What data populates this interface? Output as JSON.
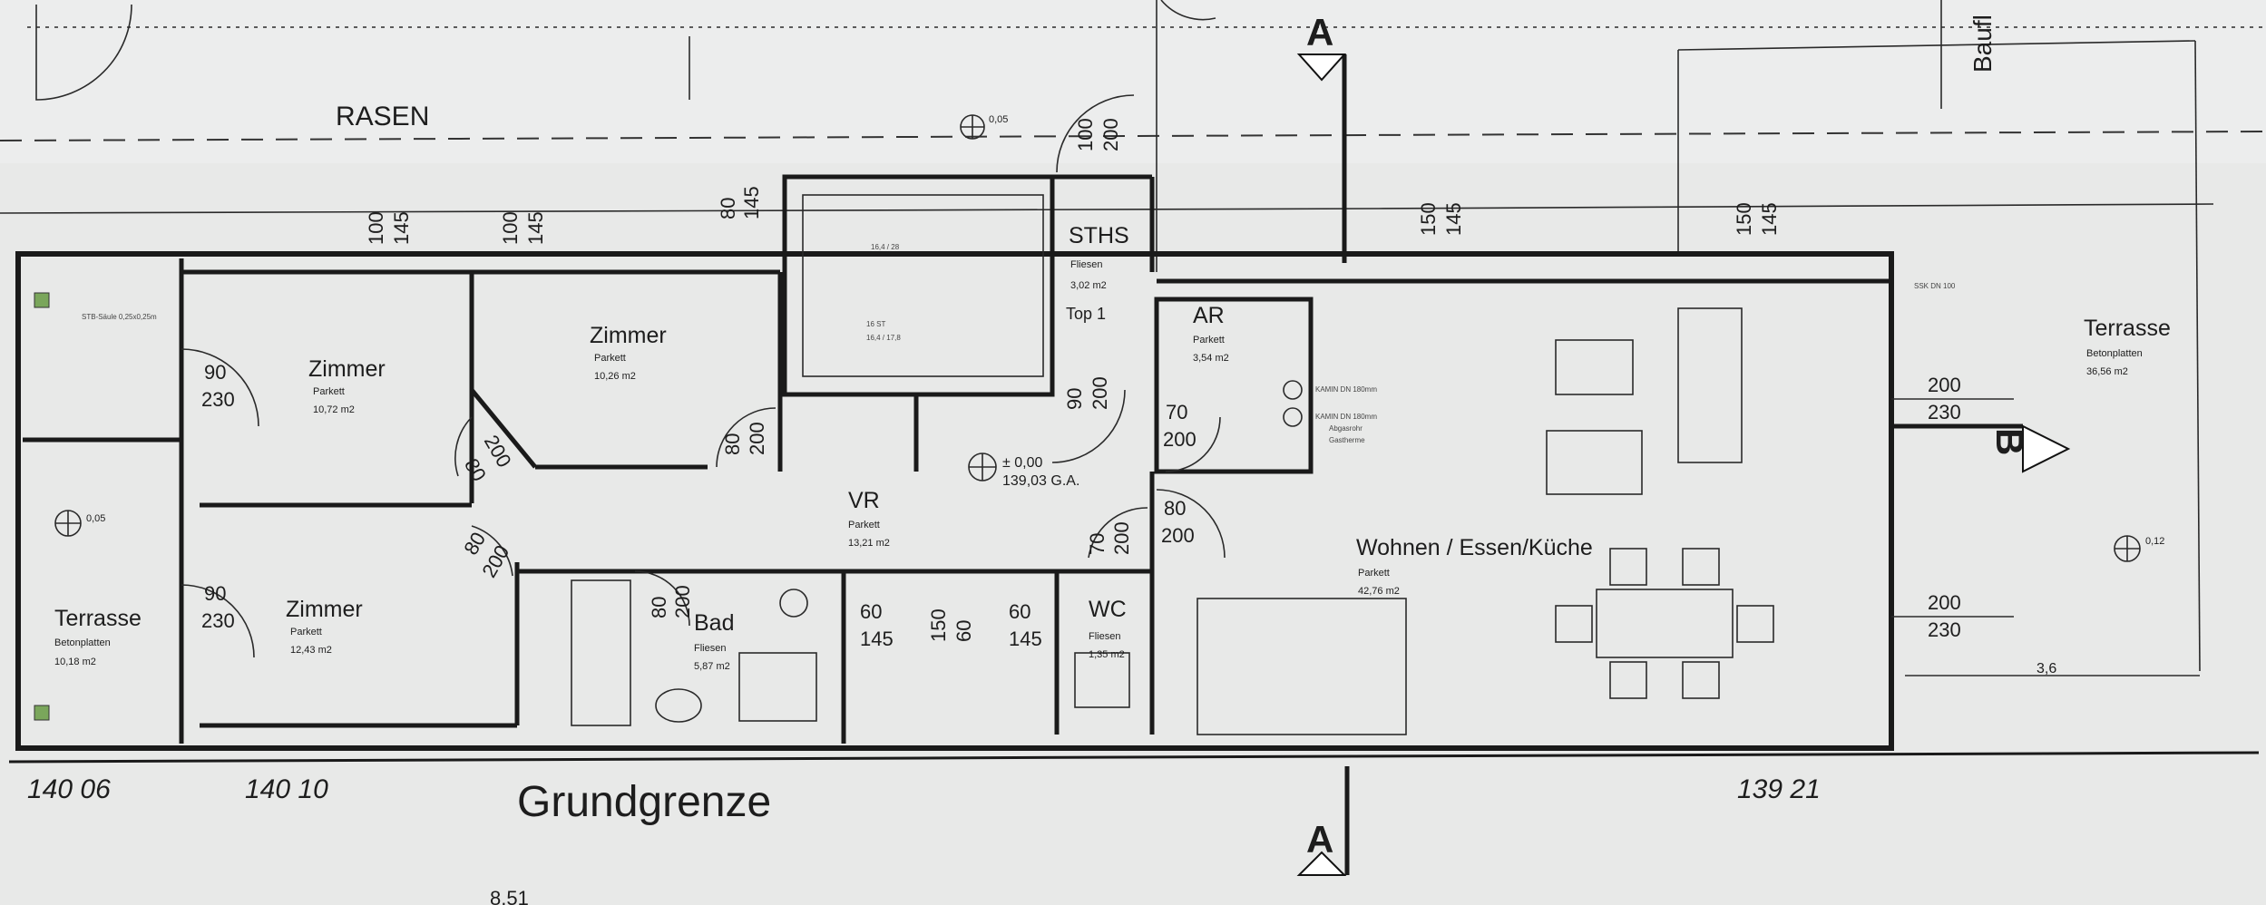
{
  "site_labels": {
    "lawn": "RASEN",
    "boundary": "Grundgrenze",
    "building_line": "Baufl",
    "section_a": "A",
    "section_b": "B"
  },
  "rooms": [
    {
      "id": "zimmer1",
      "name": "Zimmer",
      "floor": "Parkett",
      "area": "10,72 m2"
    },
    {
      "id": "zimmer2",
      "name": "Zimmer",
      "floor": "Parkett",
      "area": "10,26 m2"
    },
    {
      "id": "zimmer3",
      "name": "Zimmer",
      "floor": "Parkett",
      "area": "12,43 m2"
    },
    {
      "id": "vr",
      "name": "VR",
      "floor": "Parkett",
      "area": "13,21 m2"
    },
    {
      "id": "bad",
      "name": "Bad",
      "floor": "Fliesen",
      "area": "5,87 m2"
    },
    {
      "id": "wc",
      "name": "WC",
      "floor": "Fliesen",
      "area": "1,35 m2"
    },
    {
      "id": "sths",
      "name": "STHS",
      "floor": "Fliesen",
      "area": "3,02 m2"
    },
    {
      "id": "ar",
      "name": "AR",
      "floor": "Parkett",
      "area": "3,54 m2"
    },
    {
      "id": "wohnen",
      "name": "Wohnen / Essen/Küche",
      "floor": "Parkett",
      "area": "42,76 m2"
    },
    {
      "id": "terrasse_l",
      "name": "Terrasse",
      "floor": "Betonplatten",
      "area": "10,18 m2"
    },
    {
      "id": "terrasse_r",
      "name": "Terrasse",
      "floor": "Betonplatten",
      "area": "36,56 m2"
    }
  ],
  "top_label": "Top 1",
  "level_marks": {
    "center": "± 0,00",
    "center_abs": "139,03 G.A.",
    "top_level": "0,05",
    "right_level": "0,12",
    "left_level": "0,05"
  },
  "door_dims": {
    "z1": [
      "90",
      "230"
    ],
    "z2": [
      "200",
      "80"
    ],
    "z3": [
      "90",
      "230"
    ],
    "z3b": [
      "80",
      "200"
    ],
    "zim2": [
      "80",
      "200"
    ],
    "bad": [
      "80",
      "200"
    ],
    "wc": [
      "70",
      "200"
    ],
    "sths": [
      "90",
      "200"
    ],
    "ar": [
      "70",
      "200"
    ],
    "wohnen": [
      "80",
      "200"
    ],
    "top_door": [
      "100",
      "200"
    ],
    "right_top": [
      "200",
      "230"
    ],
    "right_bottom": [
      "200",
      "230"
    ],
    "bad_win1": [
      "60",
      "145"
    ],
    "bad_win2": [
      "60",
      "145"
    ],
    "bad_win3": [
      "150",
      "60"
    ]
  },
  "window_dims": {
    "w1": [
      "100",
      "145"
    ],
    "w2": [
      "100",
      "145"
    ],
    "w3": [
      "80",
      "145"
    ],
    "w4": [
      "150",
      "145"
    ],
    "w5": [
      "150",
      "145"
    ]
  },
  "boundary_levels": [
    "140 06",
    "140 10",
    "139 21"
  ],
  "bottom_numbers": [
    "8,51"
  ],
  "right_offset": "3,6",
  "annotations": {
    "stair": "16 ST",
    "stair2": "16,4 / 17,8",
    "stair3": "16,4 / 28",
    "kamin1": "KAMIN DN 180mm",
    "kamin2": "KAMIN DN 180mm",
    "kamin3": "Abgasrohr",
    "kamin4": "Gastherme",
    "sbk": "SSK DN 100",
    "stb": "STB-Säule 0,25x0,25m"
  }
}
